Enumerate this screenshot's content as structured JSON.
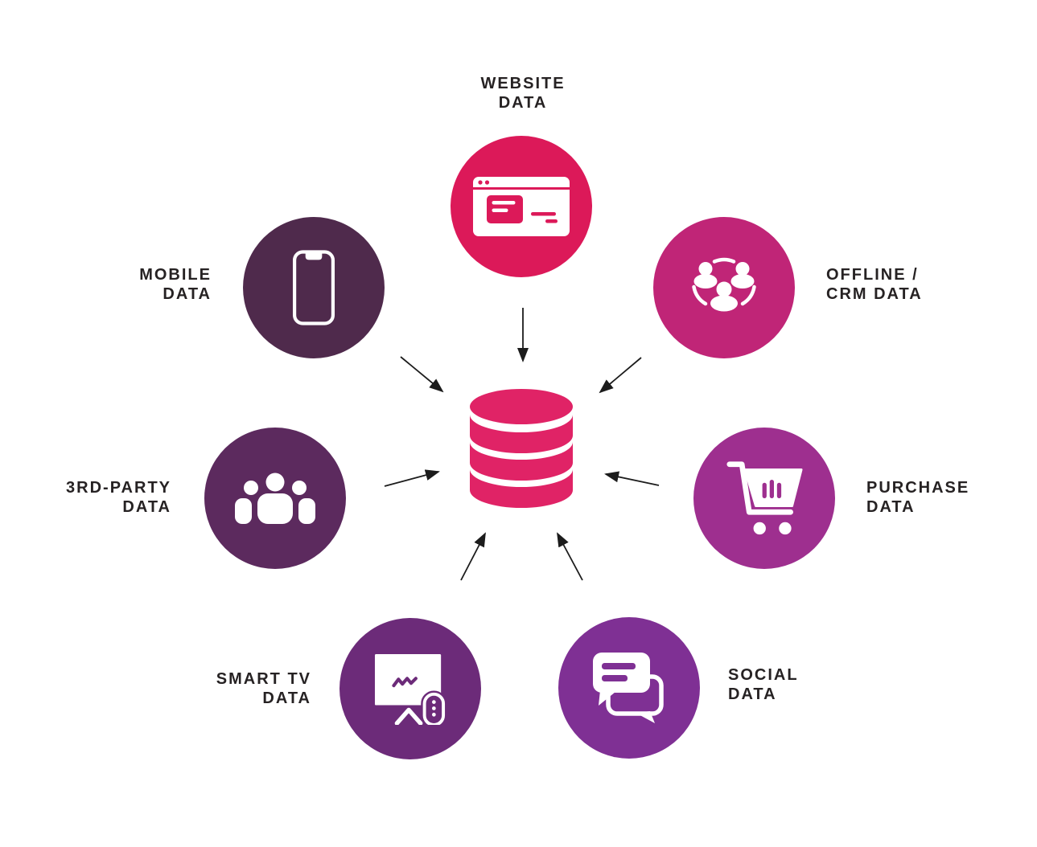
{
  "background": "#ffffff",
  "text_color": "#262223",
  "arrow_color": "#1c1c1c",
  "center": {
    "id": "database",
    "icon": "database-cylinder-icon",
    "color": "#E02366"
  },
  "nodes": [
    {
      "id": "website",
      "label": "WEBSITE DATA",
      "lines": [
        "WEBSITE",
        "DATA"
      ],
      "color": "#DC1959",
      "icon": "browser-window-icon"
    },
    {
      "id": "mobile",
      "label": "MOBILE DATA",
      "lines": [
        "MOBILE",
        "DATA"
      ],
      "color": "#4F2A4C",
      "icon": "smartphone-icon"
    },
    {
      "id": "offline-crm",
      "label": "OFFLINE / CRM DATA",
      "lines": [
        "OFFLINE /",
        "CRM DATA"
      ],
      "color": "#C02577",
      "icon": "people-network-icon"
    },
    {
      "id": "3rd-party",
      "label": "3RD-PARTY DATA",
      "lines": [
        "3RD-PARTY",
        "DATA"
      ],
      "color": "#5C2A5E",
      "icon": "people-group-icon"
    },
    {
      "id": "purchase",
      "label": "PURCHASE DATA",
      "lines": [
        "PURCHASE",
        "DATA"
      ],
      "color": "#9E2F8F",
      "icon": "shopping-cart-icon"
    },
    {
      "id": "smart-tv",
      "label": "SMART TV DATA",
      "lines": [
        "SMART TV",
        "DATA"
      ],
      "color": "#6C2B79",
      "icon": "smart-tv-icon"
    },
    {
      "id": "social",
      "label": "SOCIAL DATA",
      "lines": [
        "SOCIAL",
        "DATA"
      ],
      "color": "#7F3094",
      "icon": "chat-bubbles-icon"
    }
  ],
  "edges": [
    {
      "from": "website",
      "to": "database"
    },
    {
      "from": "mobile",
      "to": "database"
    },
    {
      "from": "offline-crm",
      "to": "database"
    },
    {
      "from": "3rd-party",
      "to": "database"
    },
    {
      "from": "purchase",
      "to": "database"
    },
    {
      "from": "smart-tv",
      "to": "database"
    },
    {
      "from": "social",
      "to": "database"
    }
  ]
}
